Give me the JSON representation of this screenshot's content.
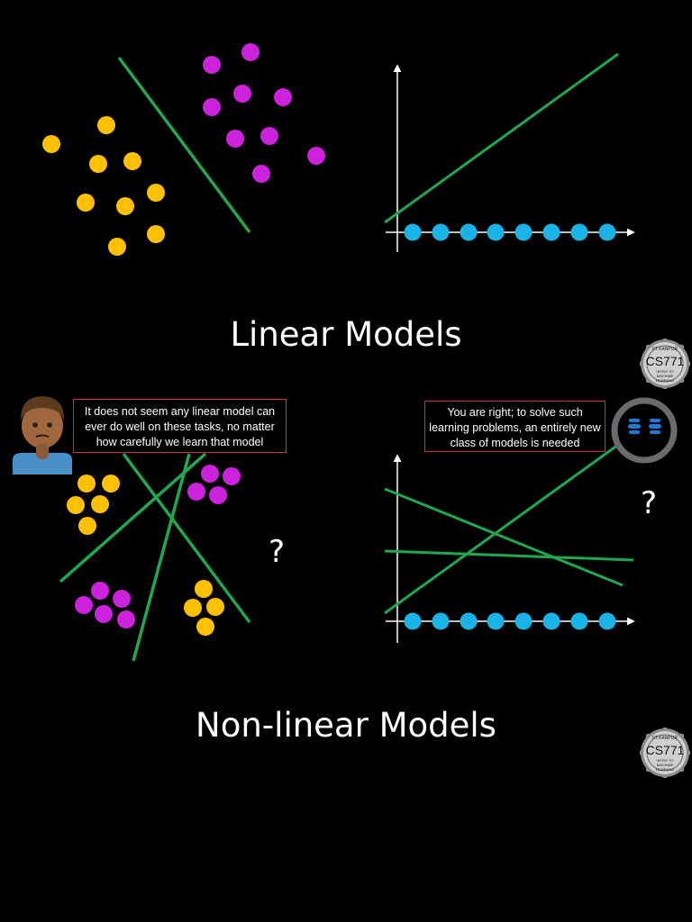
{
  "slide": {
    "title_top": "Linear Models",
    "title_bottom": "Non-linear Models",
    "question_mark_left": "?",
    "question_mark_right": "?"
  },
  "bubbles": {
    "student": "It does not seem any linear model can ever do well on these tasks, no matter how carefully we learn that model",
    "robot": "You are right; to solve such learning problems, an entirely new class of models is needed"
  },
  "logo": {
    "top_text": "IIT KANPUR",
    "course": "CS771",
    "bottom_text": "INTRO TO MACHINE LEARNING"
  },
  "colors": {
    "yellow_class": "#ffc000",
    "purple_class": "#cc22dd",
    "cyan_points": "#1ab3e8",
    "model_line": "#1fa84f",
    "bubble_border": "#c0394b"
  },
  "icons": {
    "student": "thinking-man-icon",
    "robot": "robot-face-icon",
    "logo": "cs771-gear-seal-icon"
  }
}
